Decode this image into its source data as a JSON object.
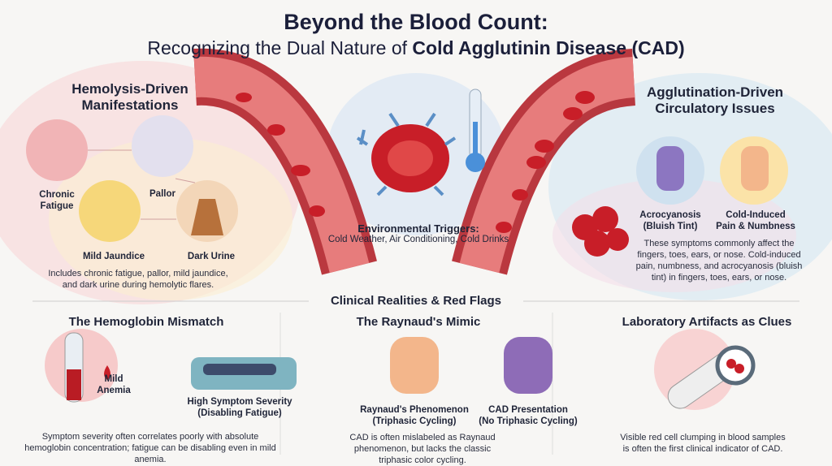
{
  "title": {
    "line1": "Beyond the Blood Count:",
    "line2_prefix": "Recognizing the Dual Nature of ",
    "line2_bold": "Cold Agglutinin Disease (CAD)"
  },
  "hemolysis": {
    "heading_1": "Hemolysis-Driven",
    "heading_2": "Manifestations",
    "items": [
      "Chronic Fatigue",
      "Pallor",
      "Mild Jaundice",
      "Dark Urine"
    ],
    "description": "Includes chronic fatigue, pallor, mild jaundice, and dark urine during hemolytic flares."
  },
  "triggers": {
    "heading": "Environmental Triggers:",
    "text": "Cold Weather, Air Conditioning, Cold Drinks"
  },
  "agglutination": {
    "heading_1": "Agglutination-Driven",
    "heading_2": "Circulatory Issues",
    "items": [
      {
        "l1": "Acrocyanosis",
        "l2": "(Bluish Tint)"
      },
      {
        "l1": "Cold-Induced",
        "l2": "Pain & Numbness"
      }
    ],
    "description": "These symptoms commonly affect the fingers, toes, ears, or nose. Cold-induced pain, numbness, and acrocyanosis (bluish tint) in fingers, toes, ears, or nose."
  },
  "section_title": "Clinical Realities & Red Flags",
  "panels": [
    {
      "title": "The Hemoglobin Mismatch",
      "label_a": "Mild Anemia",
      "label_b_1": "High Symptom Severity",
      "label_b_2": "(Disabling Fatigue)",
      "description": "Symptom severity often correlates poorly with absolute hemoglobin concentration; fatigue can be disabling even in mild anemia."
    },
    {
      "title": "The Raynaud's Mimic",
      "label_a_1": "Raynaud's Phenomenon",
      "label_a_2": "(Triphasic Cycling)",
      "label_b_1": "CAD Presentation",
      "label_b_2": "(No Triphasic Cycling)",
      "description": "CAD is often mislabeled as Raynaud phenomenon, but lacks the classic triphasic color cycling."
    },
    {
      "title": "Laboratory Artifacts as Clues",
      "description": "Visible red cell clumping in blood samples is often the first clinical indicator of CAD."
    }
  ],
  "colors": {
    "blood": "#c0202a",
    "navy": "#1b1f3a",
    "pink_bg": "#f9dede",
    "blue_bg": "#dceaf2"
  }
}
